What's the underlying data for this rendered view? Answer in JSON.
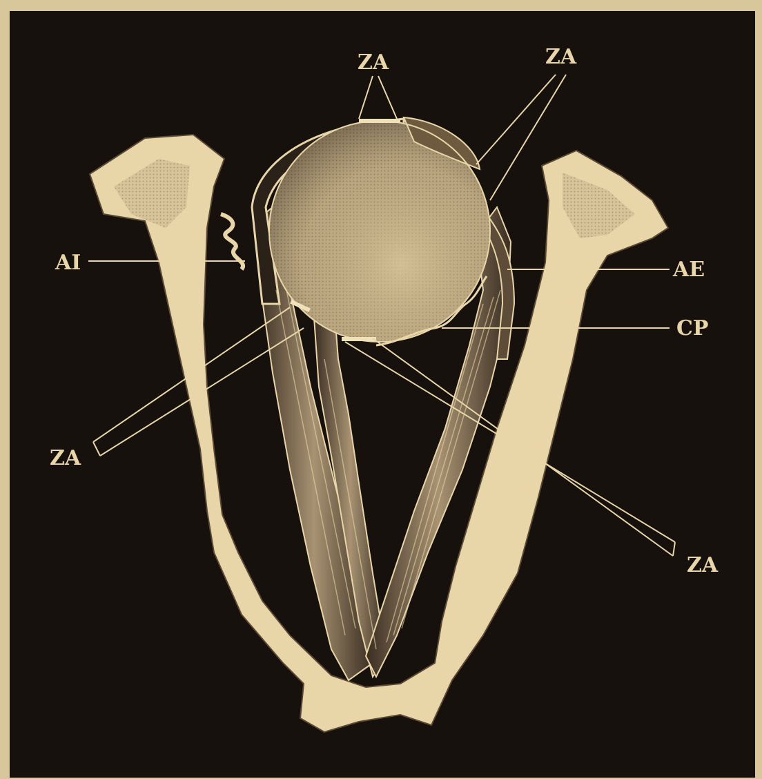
{
  "figure": {
    "colors": {
      "paper": "#d8c79a",
      "ink": "#16110c",
      "bone": "#e8d6a8",
      "eye": "#c8b488",
      "eye_dark": "#6e5a3e",
      "muscle_line": "#2a2118"
    },
    "labels": [
      {
        "id": "za-top-center",
        "text": "ZA"
      },
      {
        "id": "za-top-right",
        "text": "ZA"
      },
      {
        "id": "ai",
        "text": "AI"
      },
      {
        "id": "ae",
        "text": "AE"
      },
      {
        "id": "cp",
        "text": "CP"
      },
      {
        "id": "za-left",
        "text": "ZA"
      },
      {
        "id": "za-right",
        "text": "ZA"
      }
    ]
  }
}
